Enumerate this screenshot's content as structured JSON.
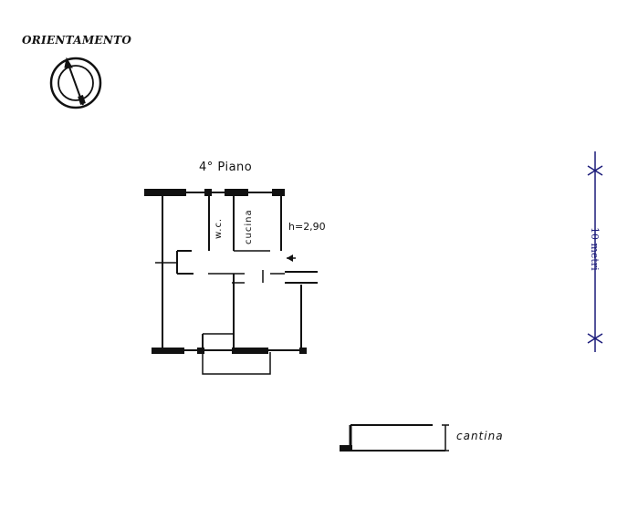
{
  "orientation": {
    "label": "ORIENTAMENTO"
  },
  "plan": {
    "floor_label": "4° Piano",
    "ceiling_height": "h=2,90",
    "rooms": [
      "w.c.",
      "cucina"
    ],
    "cellar_label": "cantina"
  },
  "scale": {
    "label": "10 metri"
  },
  "colors": {
    "ink": "#111111",
    "scale_line": "#1b1b7a"
  }
}
